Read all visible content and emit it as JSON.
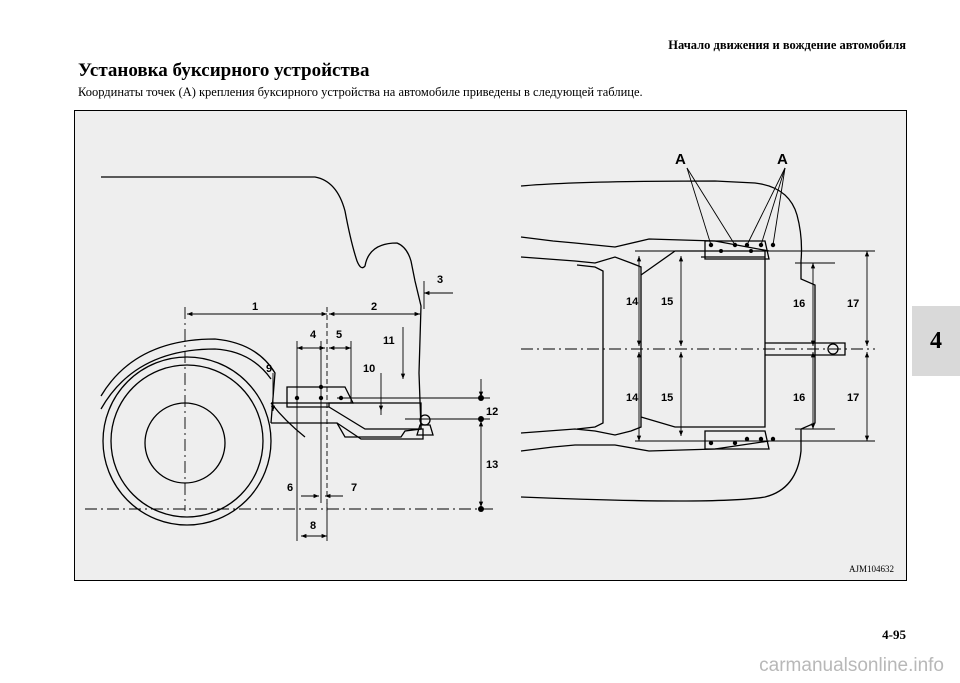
{
  "header": {
    "running_head": "Начало движения и вождение автомобиля"
  },
  "section": {
    "title": "Установка буксирного устройства",
    "intro": "Координаты точек (А) крепления буксирного устройства на автомобиле приведены в следующей таблице."
  },
  "figure": {
    "code": "AJM104632",
    "side_labels": [
      "1",
      "2",
      "3",
      "4",
      "5",
      "9",
      "10",
      "11",
      "12",
      "13",
      "6",
      "7",
      "8"
    ],
    "plan_labels": [
      "14",
      "15",
      "16",
      "17",
      "14",
      "15",
      "16",
      "17"
    ],
    "point_label": "A"
  },
  "side_tab": {
    "chapter": "4"
  },
  "footer": {
    "page_number": "4-95",
    "watermark": "carmanualsonline.info"
  }
}
